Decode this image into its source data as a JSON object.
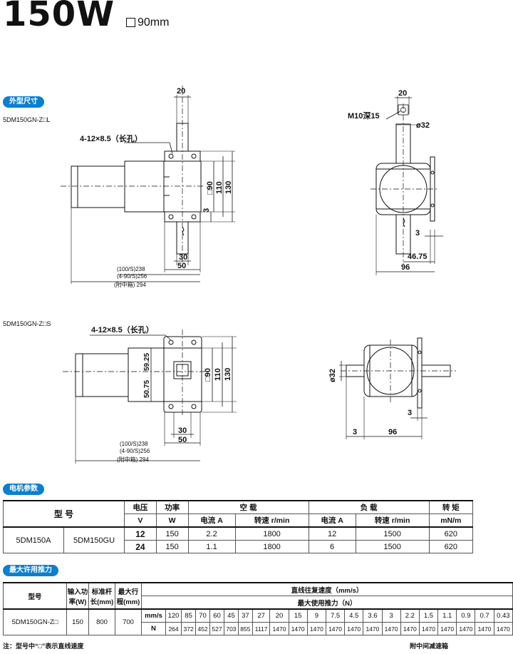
{
  "header": {
    "title": "150W",
    "subtitle": "90mm"
  },
  "sections": {
    "dimensions": "外型尺寸",
    "motor_params": "电机参数",
    "thrust": "最大许用推力"
  },
  "drawing1": {
    "model": "5DM150GN-Z□L",
    "slot_label": "4-12×8.5（长孔）",
    "dim_top": "20",
    "dim_90": "□90",
    "dim_110": "110",
    "dim_130": "130",
    "dim_3": "3",
    "dim_30": "30",
    "dim_50": "50",
    "len_1": "(100/S)238",
    "len_2": "(4-90/S)256",
    "len_3": "(附中箱) 294"
  },
  "drawing2": {
    "dim_20": "20",
    "thread": "M10深15",
    "dia": "ø32",
    "dim_3": "3",
    "dim_4675": "46.75",
    "dim_96": "96"
  },
  "drawing3": {
    "model": "5DM150GN-Z□S",
    "slot_label": "4-12×8.5（长孔）",
    "dim_5925": "59.25",
    "dim_5075": "50.75",
    "dim_90": "□90",
    "dim_110": "110",
    "dim_130": "130",
    "dim_30": "30",
    "dim_50": "50",
    "len_1": "(100/S)238",
    "len_2": "(4-90/S)256",
    "len_3": "(附中箱) 294"
  },
  "drawing4": {
    "dia": "ø32",
    "dim_3a": "3",
    "dim_3b": "3",
    "dim_96": "96"
  },
  "motor_table": {
    "h_model": "型  号",
    "h_voltage": "电压",
    "h_voltage_unit": "V",
    "h_power": "功率",
    "h_power_unit": "W",
    "h_noload": "空 载",
    "h_load": "负 载",
    "h_torque": "转 矩",
    "h_current": "电流   A",
    "h_speed": "转速  r/min",
    "h_torque_unit": "mN/m",
    "model_a": "5DM150A",
    "model_b": "5DM150GU",
    "rows": [
      {
        "v": "12",
        "w": "150",
        "nl_a": "2.2",
        "nl_rpm": "1800",
        "l_a": "12",
        "l_rpm": "1500",
        "t": "620"
      },
      {
        "v": "24",
        "w": "150",
        "nl_a": "1.1",
        "nl_rpm": "1800",
        "l_a": "6",
        "l_rpm": "1500",
        "t": "620"
      }
    ]
  },
  "thrust_table": {
    "h_model": "型号",
    "h_power": "输入功率(W)",
    "h_stroke_std": "标准杆长(mm)",
    "h_stroke_max": "最大行程(mm)",
    "h_speed": "直线往复速度（mm/s）",
    "h_force": "最大使用推力（N）",
    "model": "5DM150GN-Z□",
    "power": "150",
    "stroke_std": "800",
    "stroke_max": "700",
    "unit_speed": "mm/s",
    "unit_force": "N",
    "speeds": [
      "120",
      "85",
      "70",
      "60",
      "45",
      "37",
      "27",
      "20",
      "15",
      "9",
      "7.5",
      "4.5",
      "3.6",
      "3",
      "2.2",
      "1.5",
      "1.1",
      "0.9",
      "0.7",
      "0.43"
    ],
    "forces": [
      "264",
      "372",
      "452",
      "527",
      "703",
      "855",
      "1117",
      "1470",
      "1470",
      "1470",
      "1470",
      "1470",
      "1470",
      "1470",
      "1470",
      "1470",
      "1470",
      "1470",
      "1470",
      "1470"
    ]
  },
  "notes": {
    "note": "注：型号中“□”表示直线速度",
    "gearbox": "附中间减速箱"
  }
}
